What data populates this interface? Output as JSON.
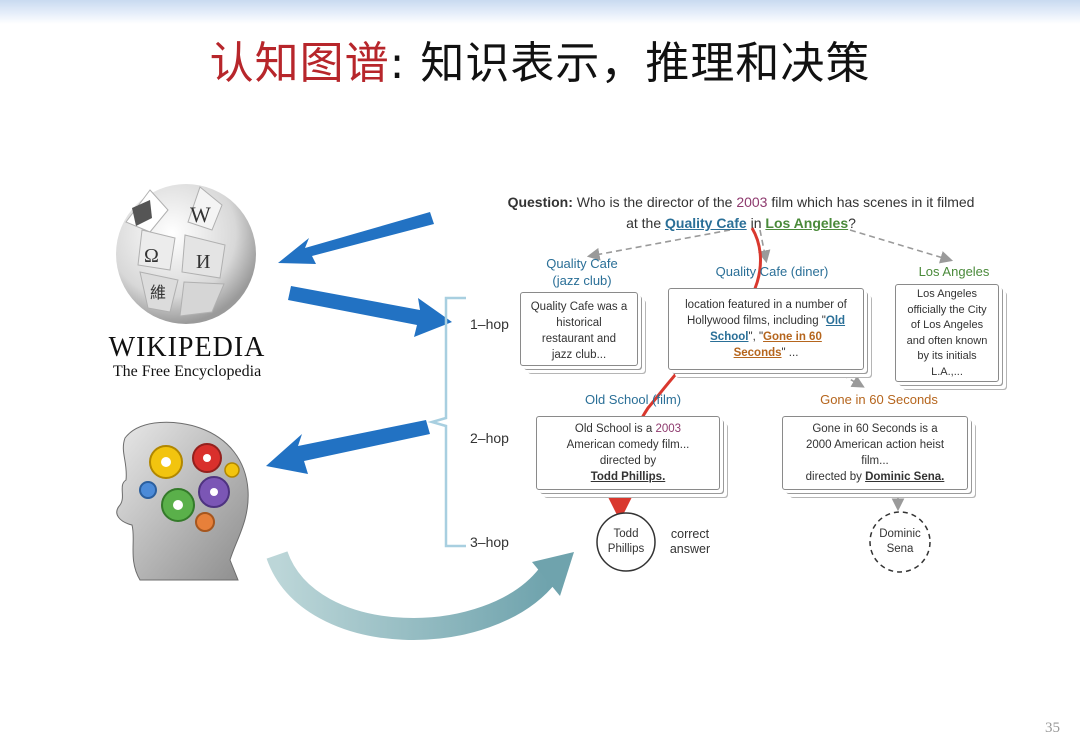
{
  "slide": {
    "title_red": "认知图谱",
    "title_rest": ": 知识表示，推理和决策",
    "page_number": "35"
  },
  "wikipedia": {
    "wordmark": "WIKIPEDIA",
    "tagline": "The Free Encyclopedia",
    "puzzle_glyphs": [
      "W",
      "Ω",
      "И",
      "維"
    ]
  },
  "question": {
    "label": "Question:",
    "text_1": " Who is the director of the ",
    "year": "2003",
    "text_2": " film which has scenes in it filmed at the ",
    "entity_1": "Quality Cafe",
    "text_3": " in ",
    "entity_2": "Los Angeles",
    "text_4": "?"
  },
  "hops": [
    "1–hop",
    "2–hop",
    "3–hop"
  ],
  "entities": {
    "qc_jazz_1": "Quality Cafe",
    "qc_jazz_2": "(jazz club)",
    "qc_diner": "Quality Cafe (diner)",
    "los_angeles": "Los Angeles",
    "old_school": "Old School (film)",
    "gone60": "Gone in 60 Seconds"
  },
  "cards": {
    "qc_jazz": [
      "Quality Cafe was a",
      "historical",
      "restaurant and",
      "jazz club..."
    ],
    "qc_diner": {
      "line1": "location featured in a number of",
      "line2_a": "Hollywood films, including \"",
      "link1": "Old",
      "link1b": "School",
      "mid": "\", \"",
      "link2": "Gone in 60",
      "link2b": "Seconds",
      "tail": "\" ..."
    },
    "los_angeles": [
      "Los Angeles",
      "officially the City",
      "of Los Angeles",
      "and often known",
      "by its initials",
      "L.A.,..."
    ],
    "old_school": {
      "line1_a": "Old School is a ",
      "line1_year": "2003",
      "line2": "American comedy film...",
      "line3": "directed by",
      "link": "Todd Phillips."
    },
    "gone60": {
      "line1": "Gone in 60 Seconds is a",
      "line2": "2000 American action heist",
      "line3": "film...",
      "line4_a": "directed by ",
      "link": "Dominic Sena."
    }
  },
  "answers": {
    "correct_node_1": "Todd",
    "correct_node_2": "Phillips",
    "correct_label_1": "correct",
    "correct_label_2": "answer",
    "other_node_1": "Dominic",
    "other_node_2": "Sena"
  },
  "colors": {
    "title_red": "#b7262b",
    "arrow_blue": "#2272c3",
    "path_red": "#d9382e",
    "entity_blue": "#2a6f97",
    "entity_green": "#4a8a3a",
    "entity_orange": "#b5651d",
    "bracket": "#a8cfe0"
  }
}
